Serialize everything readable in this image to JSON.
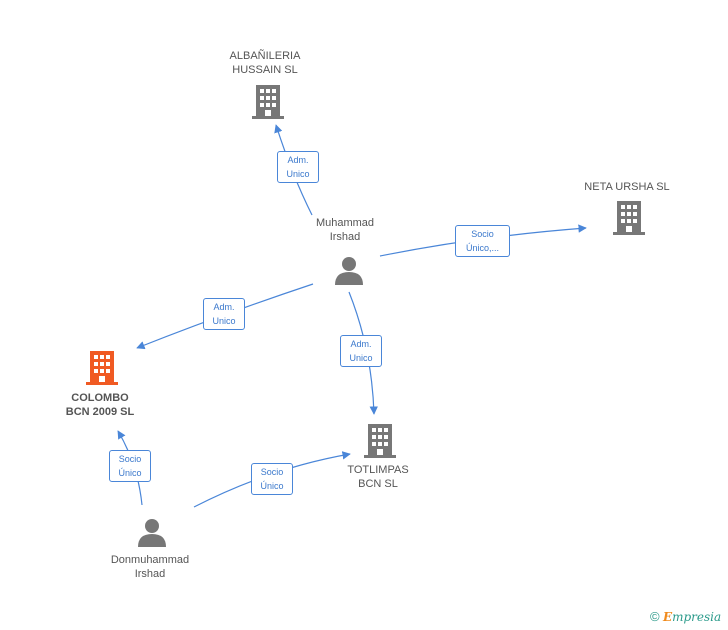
{
  "colors": {
    "edge": "#4a86d8",
    "building": "#777777",
    "building_main": "#f05a23",
    "person": "#777777"
  },
  "nodes": {
    "albanileria": {
      "line1": "ALBAÑILERIA",
      "line2": "HUSSAIN SL",
      "icon": "building-icon"
    },
    "neta": {
      "line1": "NETA URSHA SL",
      "icon": "building-icon"
    },
    "muhammad": {
      "line1": "Muhammad",
      "line2": "Irshad",
      "icon": "person-icon"
    },
    "colombo": {
      "line1": "COLOMBO",
      "line2": "BCN 2009 SL",
      "icon": "building-icon"
    },
    "totlimpas": {
      "line1": "TOTLIMPAS",
      "line2": "BCN SL",
      "icon": "building-icon"
    },
    "donmuhammad": {
      "line1": "Donmuhammad",
      "line2": "Irshad",
      "icon": "person-icon"
    }
  },
  "edges": {
    "e1": {
      "line1": "Adm.",
      "line2": "Unico"
    },
    "e2": {
      "line1": "Socio",
      "line2": "Único,..."
    },
    "e3": {
      "line1": "Adm.",
      "line2": "Unico"
    },
    "e4": {
      "line1": "Adm.",
      "line2": "Unico"
    },
    "e5": {
      "line1": "Socio",
      "line2": "Único"
    },
    "e6": {
      "line1": "Socio",
      "line2": "Único"
    }
  },
  "footer": {
    "copyright": "©",
    "brand_initial": "E",
    "brand_rest": "mpresia"
  }
}
